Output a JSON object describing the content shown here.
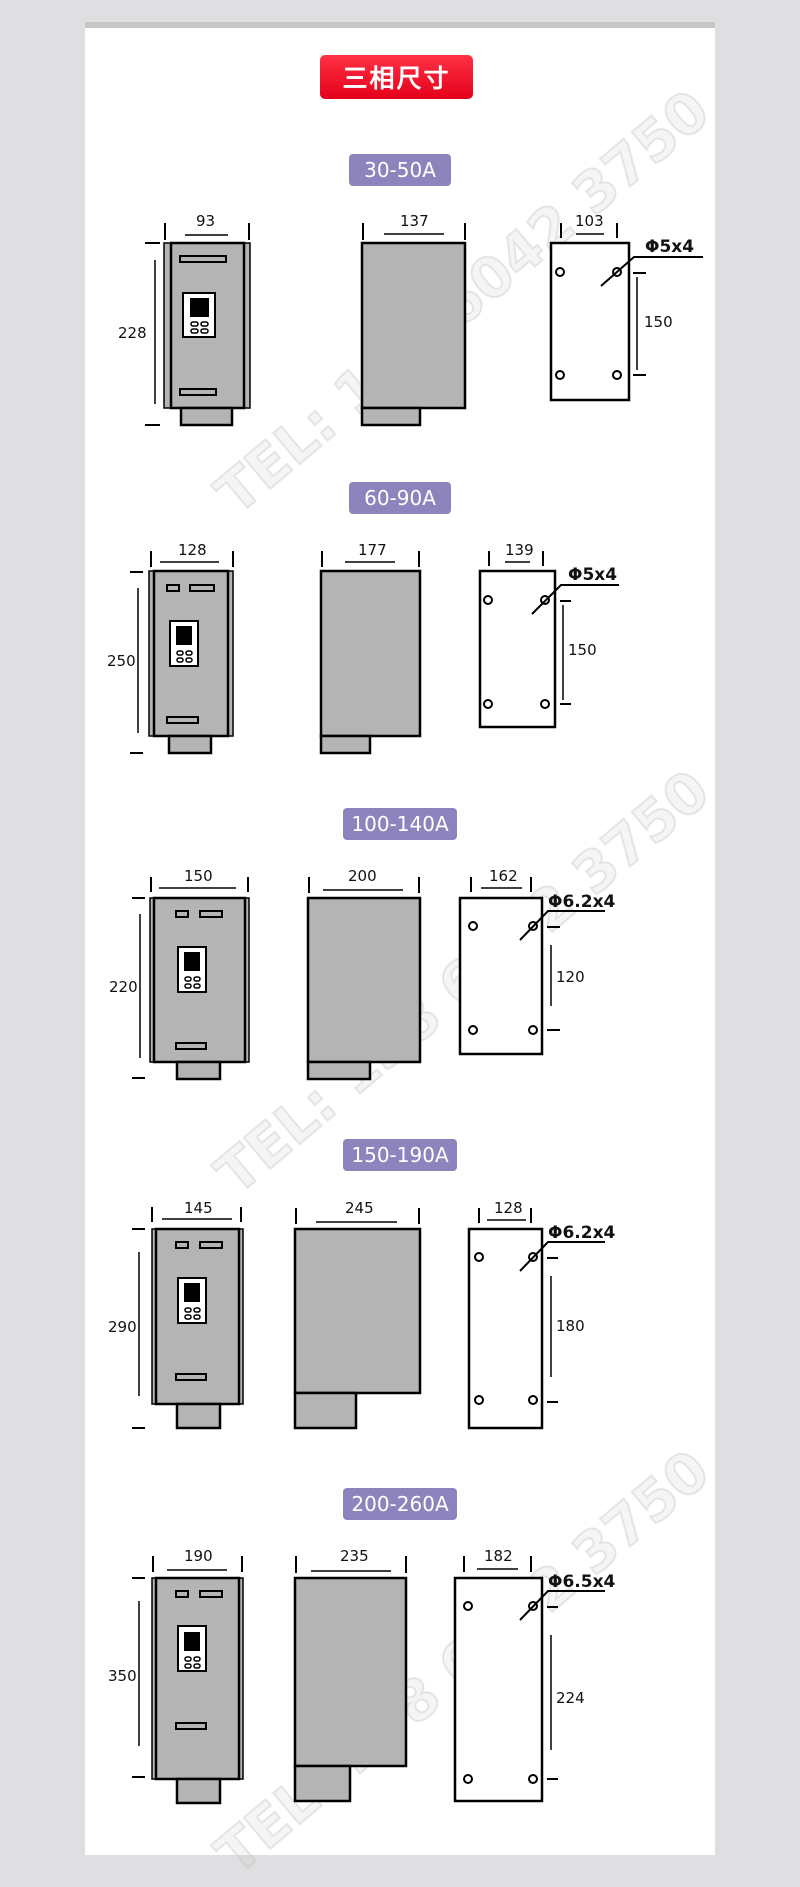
{
  "title": "三相尺寸",
  "watermark": "TEL: 138 6042 3750",
  "colors": {
    "title_badge": "#e3001b",
    "range_badge": "#8d84bd",
    "housing": "#b4b4b4",
    "background": "#dfdee1"
  },
  "sets": [
    {
      "range": "30-50A",
      "front_width": "93",
      "front_height": "228",
      "side_width": "137",
      "plate_width": "103",
      "hole_spec": "Φ5x4",
      "hole_spacing": "150"
    },
    {
      "range": "60-90A",
      "front_width": "128",
      "front_height": "250",
      "side_width": "177",
      "plate_width": "139",
      "hole_spec": "Φ5x4",
      "hole_spacing": "150"
    },
    {
      "range": "100-140A",
      "front_width": "150",
      "front_height": "220",
      "side_width": "200",
      "plate_width": "162",
      "hole_spec": "Φ6.2x4",
      "hole_spacing": "120"
    },
    {
      "range": "150-190A",
      "front_width": "145",
      "front_height": "290",
      "side_width": "245",
      "plate_width": "128",
      "hole_spec": "Φ6.2x4",
      "hole_spacing": "180"
    },
    {
      "range": "200-260A",
      "front_width": "190",
      "front_height": "350",
      "side_width": "235",
      "plate_width": "182",
      "hole_spec": "Φ6.5x4",
      "hole_spacing": "224"
    }
  ]
}
